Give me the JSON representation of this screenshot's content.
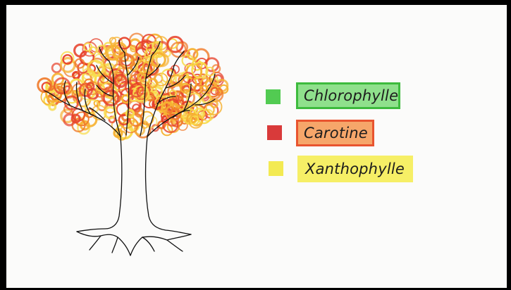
{
  "scene": {
    "legend": [
      {
        "label": "Chlorophylle",
        "swatch_color": "#52cb52",
        "card_fill": "#8fe08c",
        "card_border": "#3dbb3d"
      },
      {
        "label": "Carotine",
        "swatch_color": "#d93a3a",
        "card_fill": "#f6a66a",
        "card_border": "#e8542f"
      },
      {
        "label": "Xanthophylle",
        "swatch_color": "#f3ea52",
        "card_fill": "#f6ef66",
        "card_border": "#f6ef66"
      }
    ],
    "tree": {
      "icon": "autumn-tree-drawing",
      "foliage_colors": [
        "#e7422c",
        "#f07a2a",
        "#f6b233",
        "#f8dc4b"
      ],
      "trunk_color": "#111111"
    }
  }
}
